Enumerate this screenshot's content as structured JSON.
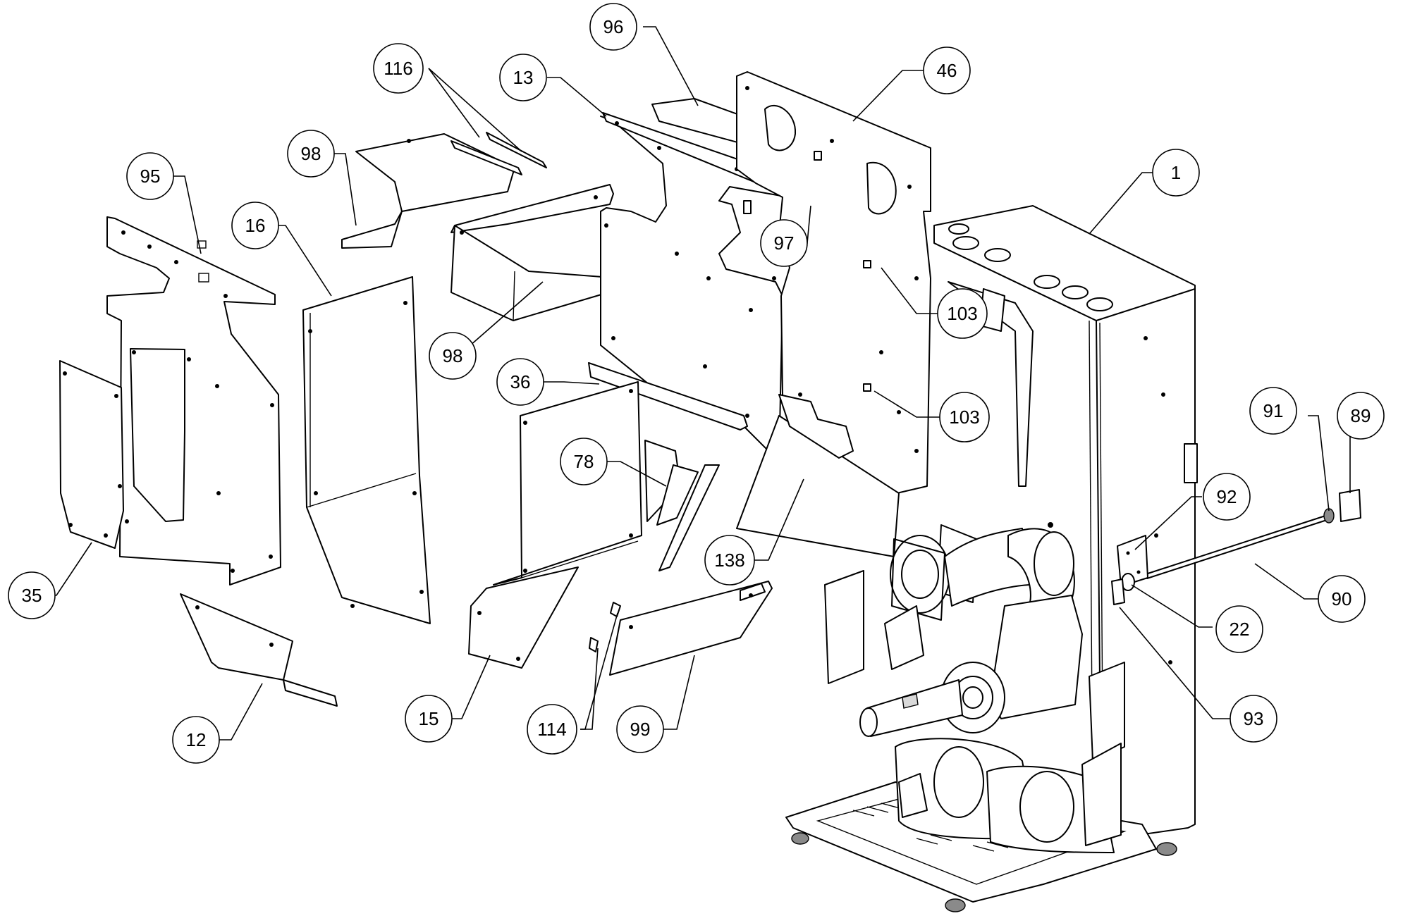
{
  "callouts": [
    {
      "id": "c96",
      "label": "96"
    },
    {
      "id": "c46",
      "label": "46"
    },
    {
      "id": "c116",
      "label": "116"
    },
    {
      "id": "c13",
      "label": "13"
    },
    {
      "id": "c98a",
      "label": "98"
    },
    {
      "id": "c95",
      "label": "95"
    },
    {
      "id": "c16",
      "label": "16"
    },
    {
      "id": "c1",
      "label": "1"
    },
    {
      "id": "c97",
      "label": "97"
    },
    {
      "id": "c103a",
      "label": "103"
    },
    {
      "id": "c98b",
      "label": "98"
    },
    {
      "id": "c36",
      "label": "36"
    },
    {
      "id": "c103b",
      "label": "103"
    },
    {
      "id": "c91",
      "label": "91"
    },
    {
      "id": "c89",
      "label": "89"
    },
    {
      "id": "c78",
      "label": "78"
    },
    {
      "id": "c92",
      "label": "92"
    },
    {
      "id": "c138",
      "label": "138"
    },
    {
      "id": "c35",
      "label": "35"
    },
    {
      "id": "c90",
      "label": "90"
    },
    {
      "id": "c22",
      "label": "22"
    },
    {
      "id": "c15",
      "label": "15"
    },
    {
      "id": "c114",
      "label": "114"
    },
    {
      "id": "c99",
      "label": "99"
    },
    {
      "id": "c12",
      "label": "12"
    },
    {
      "id": "c93",
      "label": "93"
    }
  ]
}
